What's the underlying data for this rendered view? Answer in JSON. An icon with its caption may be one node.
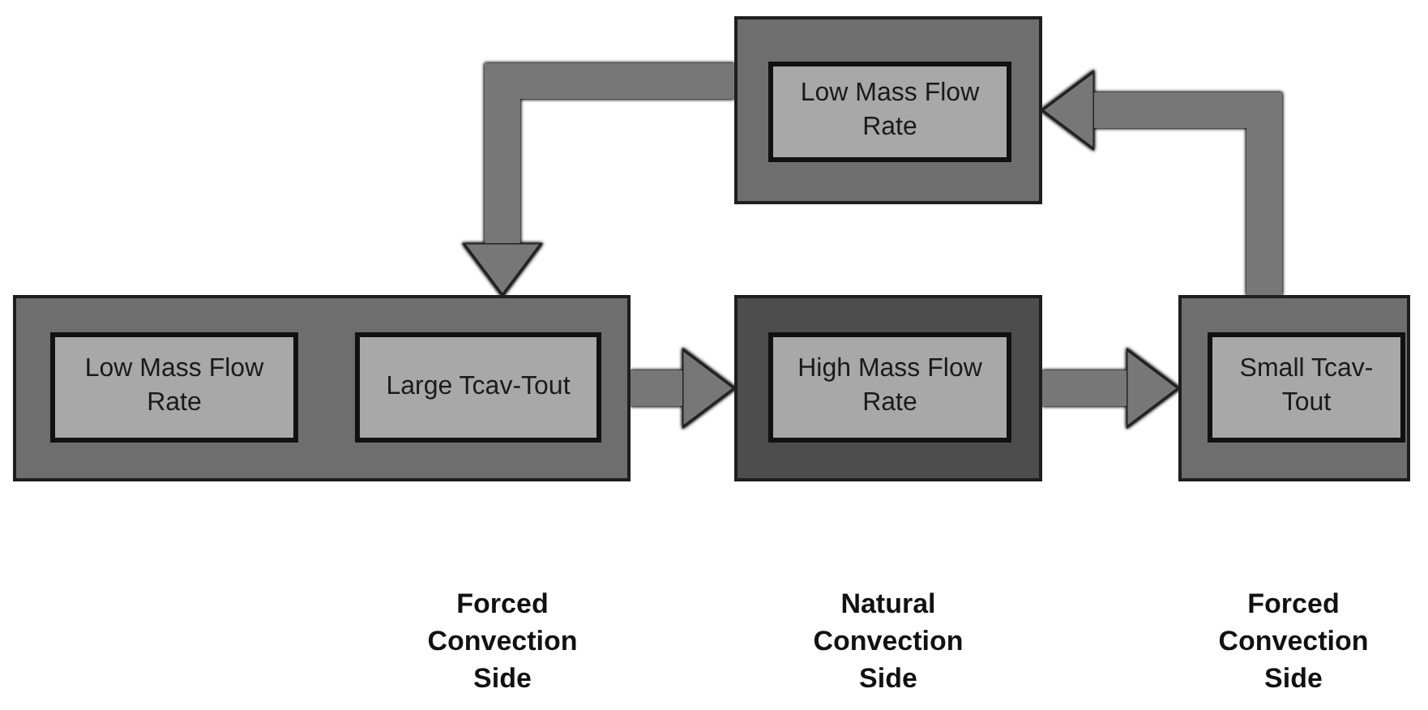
{
  "diagram": {
    "nodes": [
      {
        "text": [],
        "shape": "box"
      },
      {
        "text": [
          "Low Mass Flow Rate"
        ],
        "in": 0
      },
      {
        "text": [],
        "shape": "box"
      },
      {
        "text": [
          "Low Mass Flow Rate"
        ],
        "in": 2
      },
      {
        "text": [
          "Large Tcav-Tout"
        ],
        "in": 2
      },
      {
        "text": [],
        "shape": "box"
      },
      {
        "text": [
          "High Mass Flow Rate"
        ],
        "in": 5
      },
      {
        "text": [],
        "shape": "box"
      },
      {
        "text": [
          "Small Tcav-Tout"
        ],
        "in": 7
      }
    ],
    "labels": [
      "Forced Convection Side",
      "Natural Convection Side",
      "Forced Convection Side"
    ],
    "edges": [
      {
        "from": 2,
        "to": 5,
        "arrow": "to"
      },
      {
        "from": 5,
        "to": 7,
        "arrow": "to"
      },
      {
        "from": 7,
        "to": 0,
        "arrow": "to"
      },
      {
        "from": 0,
        "to": 2,
        "arrow": "to"
      }
    ]
  }
}
